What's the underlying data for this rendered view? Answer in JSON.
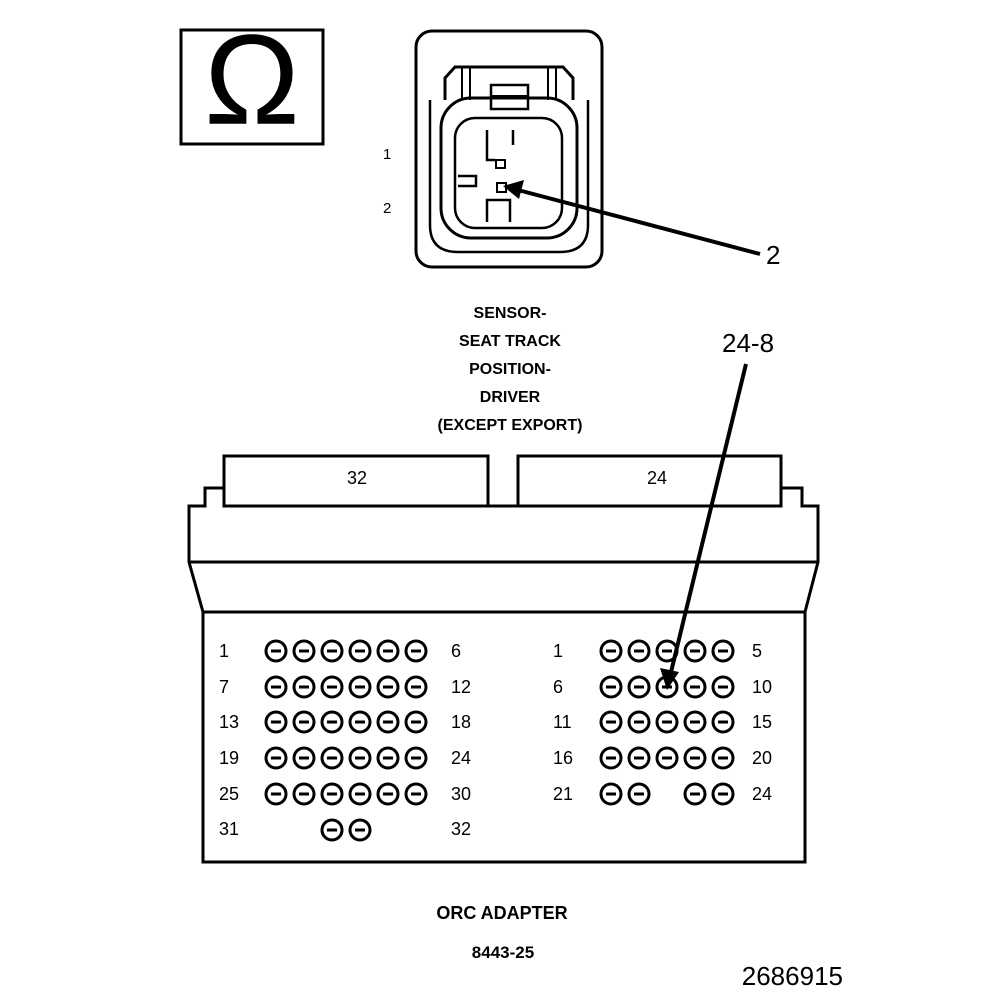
{
  "meter_symbol": "Ω",
  "sensor_connector": {
    "pin_labels": [
      "1",
      "2"
    ],
    "callout": "2"
  },
  "sensor_caption": [
    "SENSOR-",
    "SEAT TRACK",
    "POSITION-",
    "DRIVER",
    "(EXCEPT EXPORT)"
  ],
  "adapter": {
    "tab_left": "32",
    "tab_right": "24",
    "callout": "24-8",
    "left_rows": [
      {
        "start": "1",
        "end": "6"
      },
      {
        "start": "7",
        "end": "12"
      },
      {
        "start": "13",
        "end": "18"
      },
      {
        "start": "19",
        "end": "24"
      },
      {
        "start": "25",
        "end": "30"
      },
      {
        "start": "31",
        "end": "32"
      }
    ],
    "right_rows": [
      {
        "start": "1",
        "end": "5"
      },
      {
        "start": "6",
        "end": "10"
      },
      {
        "start": "11",
        "end": "15"
      },
      {
        "start": "16",
        "end": "20"
      },
      {
        "start": "21",
        "end": "24"
      }
    ]
  },
  "adapter_caption": {
    "name": "ORC ADAPTER",
    "part_number": "8443-25"
  },
  "figure_number": "2686915"
}
